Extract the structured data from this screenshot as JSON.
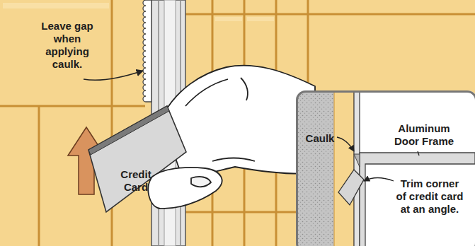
{
  "diagram": {
    "nodes": [
      {
        "text": [
          "Credit Card"
        ]
      },
      {
        "text": [
          "Caulk",
          "Aluminum Door Frame",
          "Trim corner of credit card at an angle."
        ]
      }
    ],
    "labels": [
      "Leave gap when applying caulk."
    ]
  }
}
